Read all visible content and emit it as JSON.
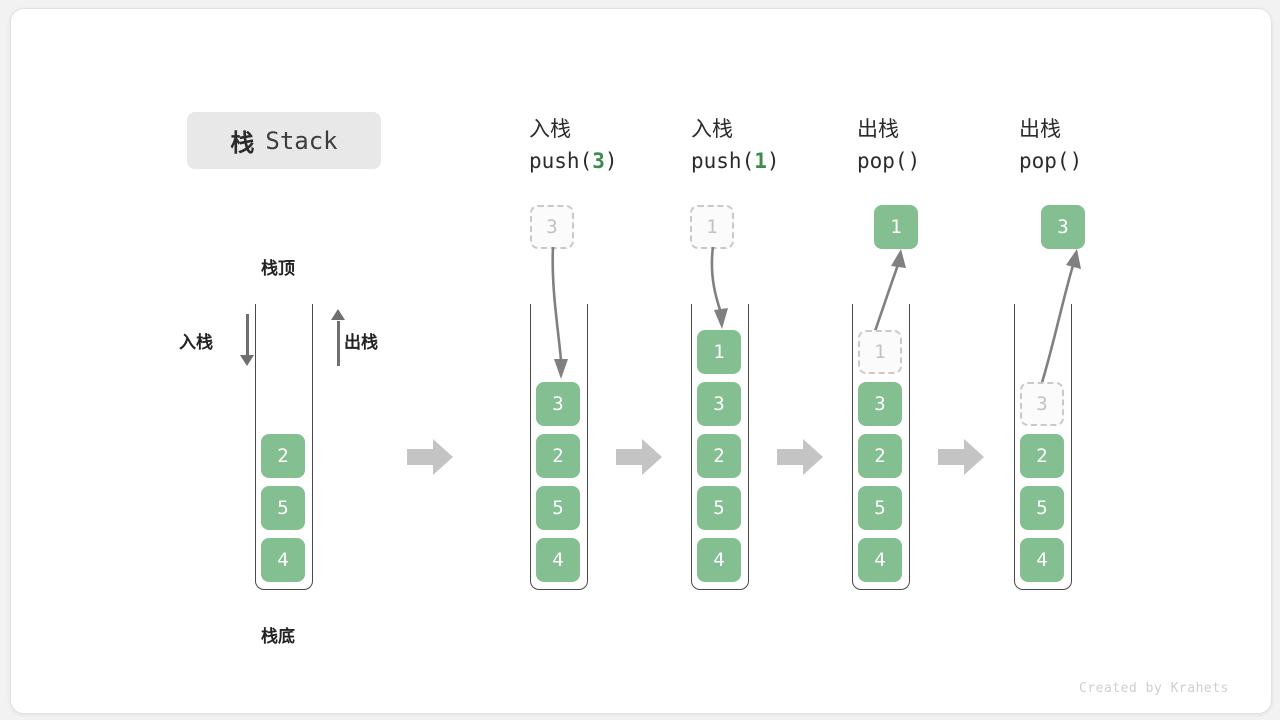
{
  "title": {
    "cn": "栈",
    "en": "Stack"
  },
  "labels": {
    "top": "栈顶",
    "bottom": "栈底",
    "push_side": "入栈",
    "pop_side": "出栈"
  },
  "watermark": "Created by Krahets",
  "colors": {
    "element_green": "#84bf92",
    "accent_green": "#3d8b4e",
    "ghost_border": "#c9c9c9",
    "ghost_text": "#c2c2c2",
    "arrow_gray": "#808080",
    "separator_gray": "#c4c4c4",
    "wall": "#4a4a4a",
    "badge_bg": "#e8e8e8"
  },
  "columns": [
    {
      "id": "initial",
      "header_cn": "",
      "header_code": "",
      "float_box": null,
      "items": [
        {
          "value": "2",
          "state": "solid"
        },
        {
          "value": "5",
          "state": "solid"
        },
        {
          "value": "4",
          "state": "solid"
        }
      ]
    },
    {
      "id": "push-3",
      "header_cn": "入栈",
      "header_code_prefix": "push(",
      "header_code_arg": "3",
      "header_code_suffix": ")",
      "float_box": {
        "value": "3",
        "state": "ghost"
      },
      "arrow_dir": "down",
      "items": [
        {
          "value": "3",
          "state": "solid"
        },
        {
          "value": "2",
          "state": "solid"
        },
        {
          "value": "5",
          "state": "solid"
        },
        {
          "value": "4",
          "state": "solid"
        }
      ]
    },
    {
      "id": "push-1",
      "header_cn": "入栈",
      "header_code_prefix": "push(",
      "header_code_arg": "1",
      "header_code_suffix": ")",
      "float_box": {
        "value": "1",
        "state": "ghost"
      },
      "arrow_dir": "down",
      "items": [
        {
          "value": "1",
          "state": "solid"
        },
        {
          "value": "3",
          "state": "solid"
        },
        {
          "value": "2",
          "state": "solid"
        },
        {
          "value": "5",
          "state": "solid"
        },
        {
          "value": "4",
          "state": "solid"
        }
      ]
    },
    {
      "id": "pop-1",
      "header_cn": "出栈",
      "header_code_prefix": "pop(",
      "header_code_arg": "",
      "header_code_suffix": ")",
      "float_box": {
        "value": "1",
        "state": "solid"
      },
      "arrow_dir": "up",
      "items": [
        {
          "value": "1",
          "state": "ghost"
        },
        {
          "value": "3",
          "state": "solid"
        },
        {
          "value": "2",
          "state": "solid"
        },
        {
          "value": "5",
          "state": "solid"
        },
        {
          "value": "4",
          "state": "solid"
        }
      ]
    },
    {
      "id": "pop-3",
      "header_cn": "出栈",
      "header_code_prefix": "pop(",
      "header_code_arg": "",
      "header_code_suffix": ")",
      "float_box": {
        "value": "3",
        "state": "solid"
      },
      "arrow_dir": "up",
      "items": [
        {
          "value": "3",
          "state": "ghost"
        },
        {
          "value": "2",
          "state": "solid"
        },
        {
          "value": "5",
          "state": "solid"
        },
        {
          "value": "4",
          "state": "solid"
        }
      ]
    }
  ],
  "separators": [
    "→",
    "→",
    "→",
    "→"
  ]
}
